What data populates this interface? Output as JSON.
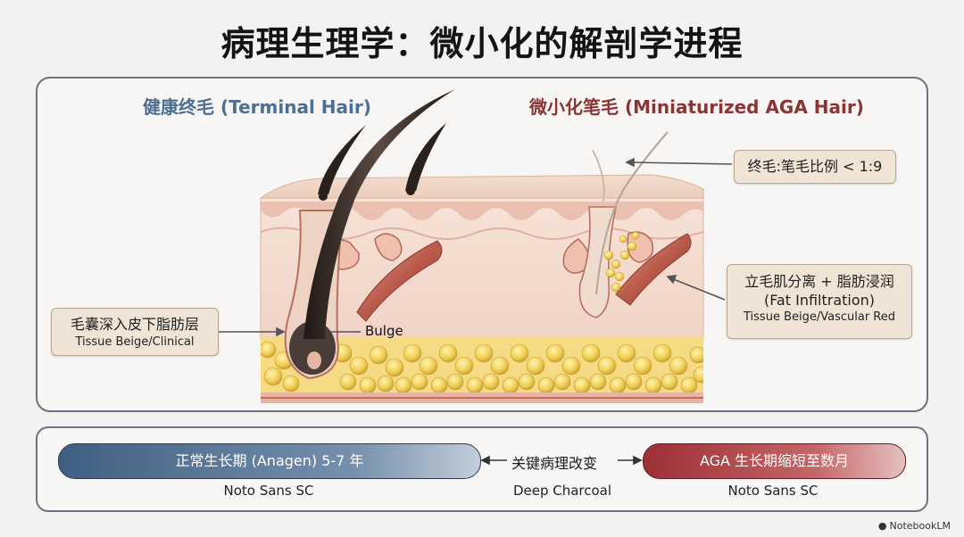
{
  "title": "病理生理学：微小化的解剖学进程",
  "headings": {
    "terminal": "健康终毛 (Terminal Hair)",
    "miniaturized": "微小化笔毛 (Miniaturized AGA Hair)"
  },
  "labels": {
    "ratio": "终毛:笔毛比例 < 1:9",
    "follicle_line1": "毛囊深入皮下脂肪层",
    "follicle_line2": "Tissue Beige/Clinical",
    "bulge": "Bulge",
    "erector_line1": "立毛肌分离 + 脂肪浸润",
    "erector_line2": "(Fat Infiltration)",
    "erector_line3": "Tissue Beige/Vascular Red"
  },
  "timeline": {
    "left_pill": "正常生长期 (Anagen) 5-7 年",
    "middle": "关键病理改变",
    "right_pill": "AGA 生长期缩短至数月",
    "left_sub": "Noto Sans SC",
    "middle_sub": "Deep Charcoal",
    "right_sub": "Noto Sans SC"
  },
  "watermark": "NotebookLM",
  "colors": {
    "terminal_heading": "#4d6f92",
    "miniaturized_heading": "#8b3434",
    "skin": "#f3d9cc",
    "fat": "#f2d46a",
    "hair": "#3a302c",
    "muscle": "#b95a4a"
  }
}
